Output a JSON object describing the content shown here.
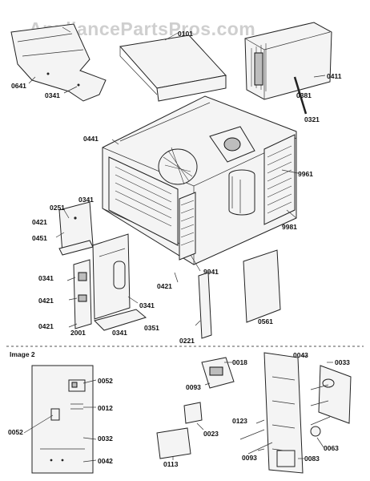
{
  "watermark": "AppliancePartsPros.com",
  "section_label": "Image 2",
  "labels": {
    "0641": "0641",
    "0341": "0341",
    "0101": "0101",
    "0411": "0411",
    "0381": "0381",
    "0321": "0321",
    "0441": "0441",
    "9961": "9961",
    "9981": "9981",
    "0251": "0251",
    "0421": "0421",
    "0451": "0451",
    "9941": "9941",
    "0351": "0351",
    "0561": "0561",
    "0221": "0221",
    "2001": "2001",
    "0052": "0052",
    "0012": "0012",
    "0032": "0032",
    "0042": "0042",
    "0018": "0018",
    "0043": "0043",
    "0033": "0033",
    "0093": "0093",
    "0023": "0023",
    "0123": "0123",
    "0063": "0063",
    "0113": "0113",
    "0083": "0083"
  }
}
